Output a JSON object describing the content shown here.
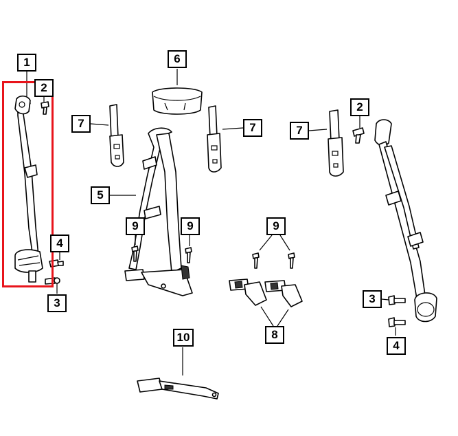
{
  "callouts": [
    {
      "label": "1"
    },
    {
      "label": "2"
    },
    {
      "label": "4"
    },
    {
      "label": "3"
    },
    {
      "label": "6"
    },
    {
      "label": "7"
    },
    {
      "label": "7"
    },
    {
      "label": "7"
    },
    {
      "label": "2"
    },
    {
      "label": "5"
    },
    {
      "label": "9"
    },
    {
      "label": "9"
    },
    {
      "label": "9"
    },
    {
      "label": "8"
    },
    {
      "label": "3"
    },
    {
      "label": "4"
    },
    {
      "label": "10"
    }
  ],
  "highlight": {
    "color": "#e8141b",
    "target": "1"
  }
}
